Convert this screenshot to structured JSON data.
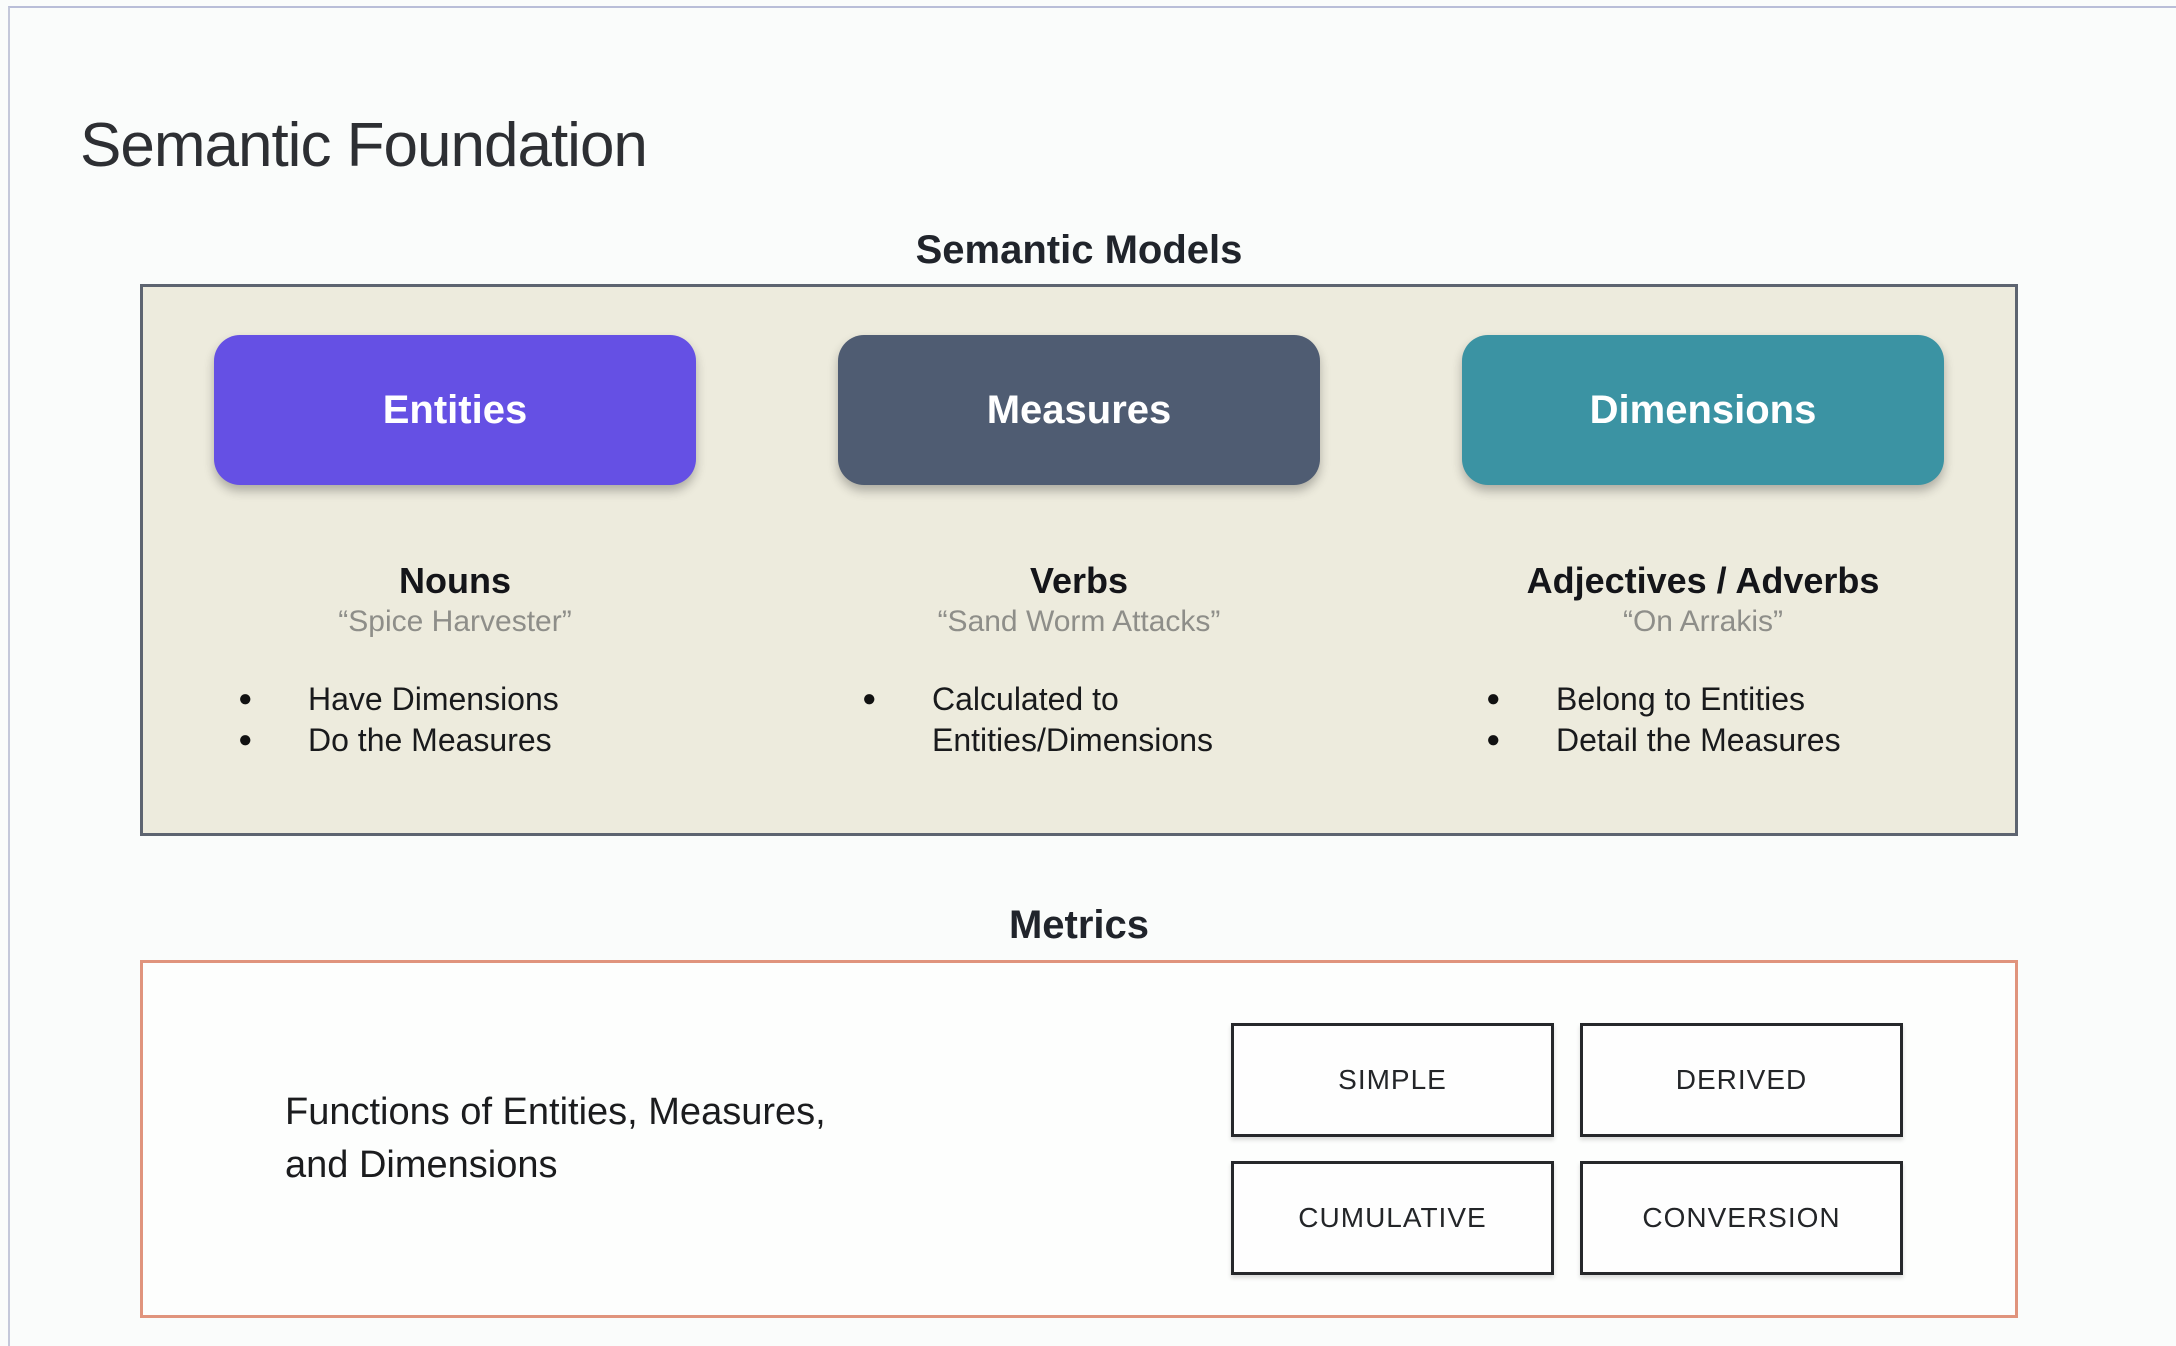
{
  "page": {
    "title": "Semantic Foundation"
  },
  "semantic_models": {
    "heading": "Semantic Models",
    "columns": [
      {
        "pill": "Entities",
        "label": "Nouns",
        "quote": "“Spice Harvester”",
        "bullets": [
          "Have Dimensions",
          "Do the Measures"
        ]
      },
      {
        "pill": "Measures",
        "label": "Verbs",
        "quote": "“Sand Worm Attacks”",
        "bullets": [
          "Calculated to Entities/Dimensions"
        ]
      },
      {
        "pill": "Dimensions",
        "label": "Adjectives / Adverbs",
        "quote": "“On Arrakis”",
        "bullets": [
          "Belong to Entities",
          "Detail the Measures"
        ]
      }
    ]
  },
  "metrics": {
    "heading": "Metrics",
    "description_line1": "Functions of Entities, Measures,",
    "description_line2": "and Dimensions",
    "types": [
      "SIMPLE",
      "DERIVED",
      "CUMULATIVE",
      "CONVERSION"
    ]
  },
  "colors": {
    "entities_pill": "#6550e4",
    "measures_pill": "#4f5c72",
    "dimensions_pill": "#3b93a3",
    "semantic_panel_bg": "#edebdd",
    "semantic_panel_border": "#5d6470",
    "metrics_panel_border": "#e0947d",
    "quote_text": "#8e8e89"
  }
}
